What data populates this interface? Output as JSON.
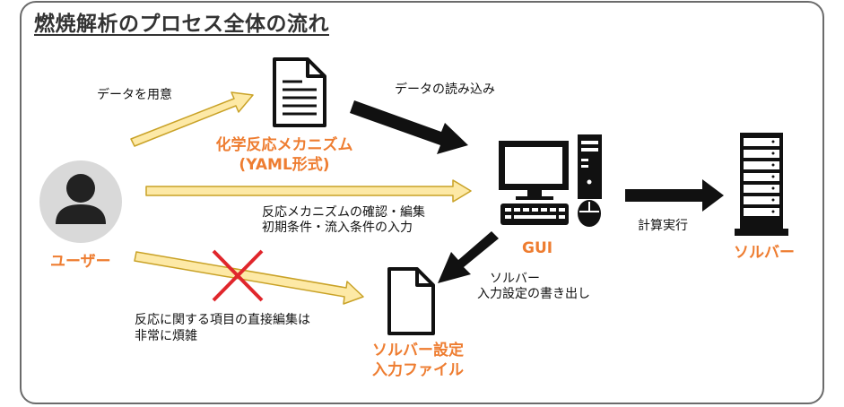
{
  "title": "燃焼解析のプロセス全体の流れ",
  "user": {
    "label": "ユーザー"
  },
  "mechanism_file": {
    "label_line1": "化学反応メカニズム",
    "label_line2": "(YAML形式)"
  },
  "gui": {
    "label": "GUI"
  },
  "solver": {
    "label": "ソルバー"
  },
  "solver_file": {
    "label_line1": "ソルバー設定",
    "label_line2": "入力ファイル"
  },
  "arrows": {
    "prepare_data": "データを用意",
    "load_data": "データの読み込み",
    "edit_line1": "反応メカニズムの確認・編集",
    "edit_line2": "初期条件・流入条件の入力",
    "compute": "計算実行",
    "export_line1": "ソルバー",
    "export_line2": "入力設定の書き出し",
    "direct_edit_line1": "反応に関する項目の直接編集は",
    "direct_edit_line2": "非常に煩雑"
  },
  "colors": {
    "accent": "#ee7d31",
    "arrow_fill": "#fde9a6",
    "arrow_stroke": "#c9a227",
    "cross": "#e0262c",
    "user_circle": "#d9d9d9"
  }
}
